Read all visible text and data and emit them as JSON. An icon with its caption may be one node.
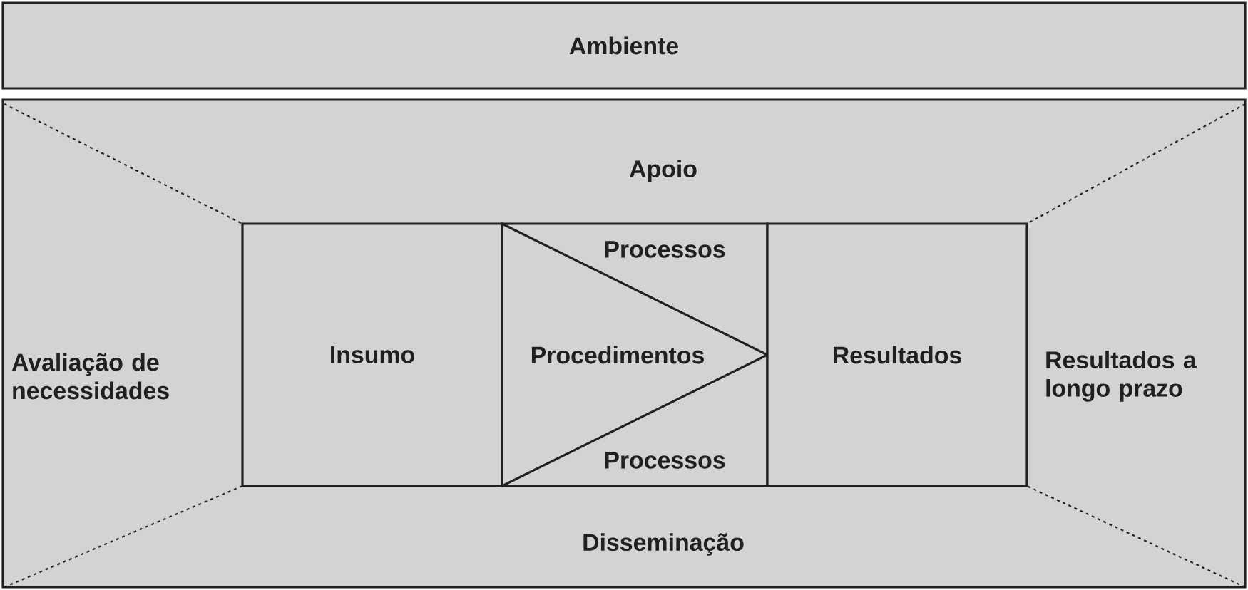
{
  "diagram": {
    "nodes": [
      {
        "text": [
          "Ambiente"
        ]
      },
      {
        "text": [],
        "shape": "box"
      },
      {
        "text": [
          "Insumo"
        ],
        "in": 1
      },
      {
        "text": [
          "Processos",
          "Processos"
        ],
        "in": 1
      },
      {
        "text": [
          "Procedimentos"
        ],
        "in": 3
      },
      {
        "text": [
          "Resultados"
        ],
        "in": 1
      }
    ],
    "labels": [
      "Apoio",
      "Avaliação de necessidades",
      "Resultados a longo prazo",
      "Disseminação"
    ]
  }
}
